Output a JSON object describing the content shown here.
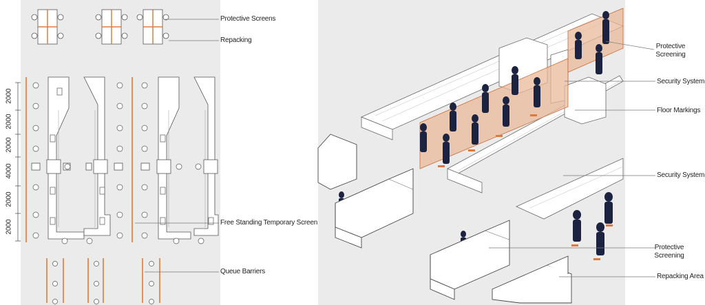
{
  "plan": {
    "labels": {
      "protective_screens": "Protective Screens",
      "repacking": "Repacking",
      "free_standing_screen": "Free Standing Temporary Screen",
      "queue_barriers": "Queue Barriers"
    },
    "dimensions": [
      "2000",
      "2000",
      "2000",
      "4000",
      "2000",
      "2000"
    ]
  },
  "iso": {
    "labels": {
      "protective_screening_top": "Protective\nScreening",
      "security_system_1": "Security System",
      "floor_markings": "Floor Markings",
      "security_system_2": "Security System",
      "protective_screening_bottom": "Protective\nScreening",
      "repacking_area": "Repacking Area"
    }
  },
  "colors": {
    "panel_bg": "#ebebeb",
    "screen": "#e07a3a",
    "screen_fill": "#e9b99a",
    "figure": "#1c2340"
  }
}
